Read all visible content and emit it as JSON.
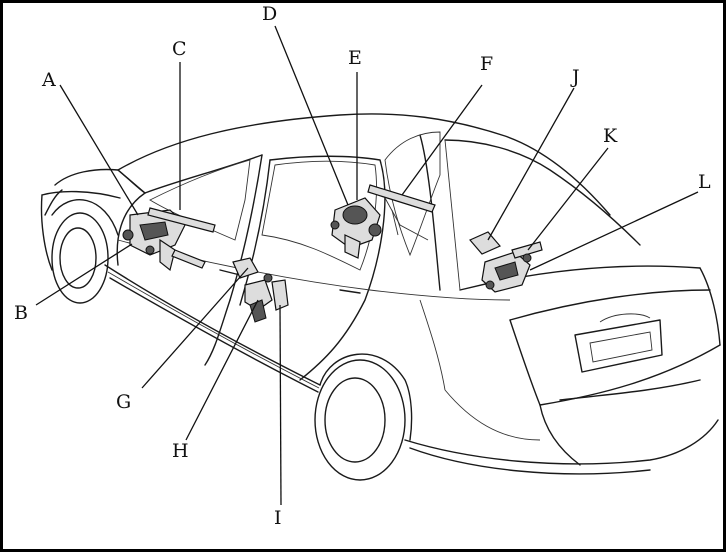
{
  "diagram": {
    "labels": {
      "A": "A",
      "B": "B",
      "C": "C",
      "D": "D",
      "E": "E",
      "F": "F",
      "G": "G",
      "H": "H",
      "I": "I",
      "J": "J",
      "K": "K",
      "L": "L"
    },
    "colors": {
      "line": "#1a1a1a",
      "background": "#ffffff",
      "frame": "#000000"
    }
  }
}
